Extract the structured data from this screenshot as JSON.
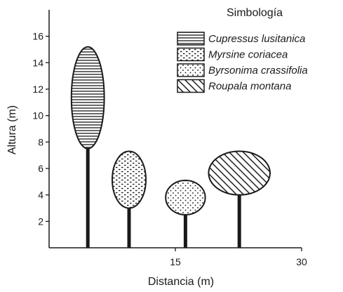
{
  "legend": {
    "title": "Simbología",
    "entries": [
      {
        "label": "Cupressus lusitanica",
        "pattern": "horizontal-lines"
      },
      {
        "label": "Myrsine coriacea",
        "pattern": "dashes"
      },
      {
        "label": "Byrsonima crassifolia",
        "pattern": "dots"
      },
      {
        "label": "Roupala montana",
        "pattern": "diagonal-lines"
      }
    ]
  },
  "axes": {
    "y_label": "Altura (m)",
    "x_label": "Distancia (m)",
    "y_ticks": [
      "2",
      "4",
      "6",
      "8",
      "10",
      "12",
      "14",
      "16"
    ],
    "x_ticks": [
      "15",
      "30"
    ]
  },
  "chart_data": {
    "type": "scatter",
    "xlabel": "Distancia (m)",
    "ylabel": "Altura (m)",
    "xlim": [
      0,
      30
    ],
    "ylim": [
      0,
      18
    ],
    "trees": [
      {
        "species": "Cupressus lusitanica",
        "x": 4.6,
        "trunk_top": 7.7,
        "crown_bottom": 7.5,
        "crown_top": 15.2,
        "crown_width": 3.9,
        "pattern": "horizontal-lines"
      },
      {
        "species": "Myrsine coriacea",
        "x": 9.5,
        "trunk_top": 3.1,
        "crown_bottom": 3.0,
        "crown_top": 7.3,
        "crown_width": 4.0,
        "pattern": "dashes"
      },
      {
        "species": "Byrsonima crassifolia",
        "x": 16.2,
        "trunk_top": 2.6,
        "crown_bottom": 2.5,
        "crown_top": 5.1,
        "crown_width": 4.7,
        "pattern": "dots"
      },
      {
        "species": "Roupala montana",
        "x": 22.6,
        "trunk_top": 4.2,
        "crown_bottom": 4.0,
        "crown_top": 7.3,
        "crown_width": 7.3,
        "pattern": "diagonal-lines"
      }
    ]
  },
  "colors": {
    "ink": "#1a1a1a",
    "background": "#ffffff"
  }
}
